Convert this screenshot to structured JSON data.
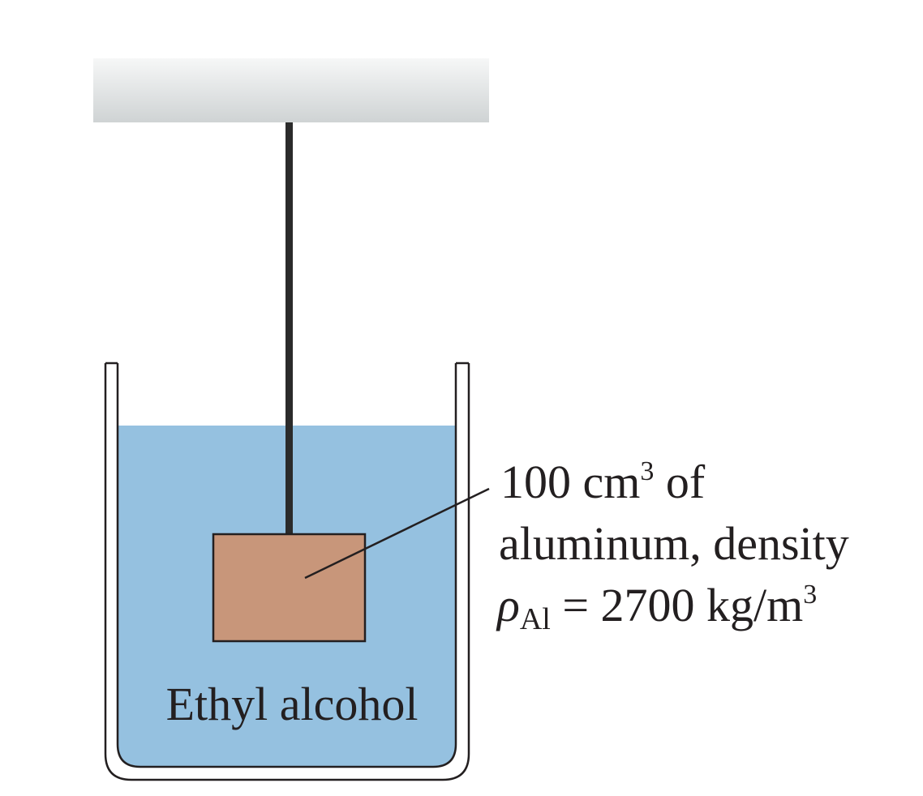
{
  "diagram": {
    "liquid_label": "Ethyl alcohol",
    "callout": {
      "line1_number": "100 cm",
      "line1_exponent": "3",
      "line1_suffix": " of",
      "line2": "aluminum, density",
      "line3_symbol": "ρ",
      "line3_subscript": "Al",
      "line3_value": " = 2700 kg/m",
      "line3_exponent": "3"
    },
    "colors": {
      "ceiling_top": "#f6f7f7",
      "ceiling_bottom": "#cfd3d4",
      "rod": "#2b2b2b",
      "liquid": "#95c1e0",
      "block": "#c8967a",
      "outline": "#231f20"
    }
  }
}
